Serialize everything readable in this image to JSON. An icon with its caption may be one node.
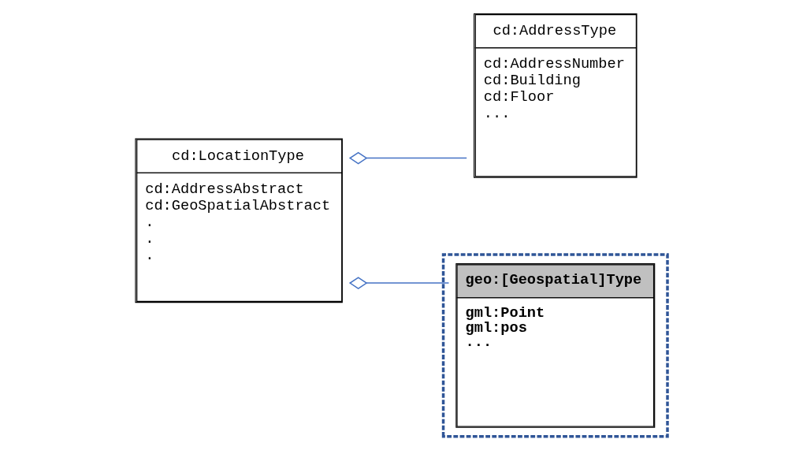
{
  "diagram": {
    "nodes": [
      {
        "text": [
          "cd:LocationType",
          "cd:AddressAbstract",
          "cd:GeoSpatialAbstract",
          ".",
          ".",
          "."
        ]
      },
      {
        "text": [
          "cd:AddressType",
          "cd:AddressNumber",
          "cd:Building",
          "cd:Floor",
          "..."
        ]
      },
      {
        "text": [],
        "shape": "box"
      },
      {
        "text": [
          "geo:[Geospatial]Type",
          "gml:Point",
          "gml:pos",
          "..."
        ],
        "in": 2
      }
    ],
    "edges": [
      {
        "from": 0,
        "to": 1,
        "arrow": "other"
      },
      {
        "from": 0,
        "to": 3,
        "arrow": "other"
      }
    ]
  }
}
